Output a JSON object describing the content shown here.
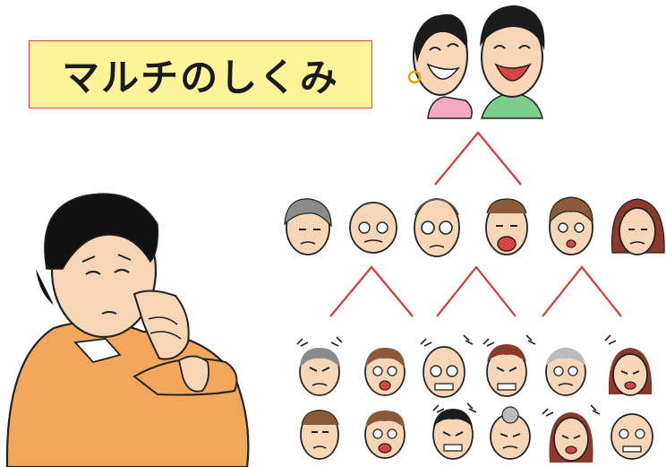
{
  "title": "マルチのしくみ",
  "colors": {
    "title_bg": "#fdf49a",
    "title_border": "#d94a4a",
    "line": "#d23a3a",
    "skin": "#f6d6b6",
    "sweater": "#f2a75a"
  },
  "pyramid": {
    "top_people": [
      "smiling-woman",
      "smiling-man"
    ],
    "level2_count": 6,
    "level3_count": 12,
    "level2_expression": "worried",
    "level3_expression": "angry"
  },
  "observer": "worried-man-thinking"
}
